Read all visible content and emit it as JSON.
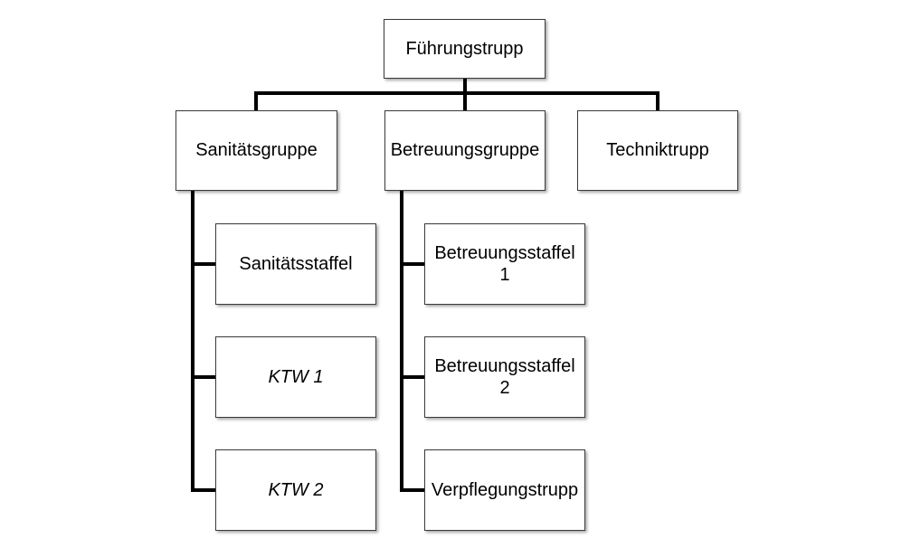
{
  "org_chart": {
    "root": {
      "label": "Führungstrupp"
    },
    "groups": [
      {
        "label": "Sanitätsgruppe",
        "members": [
          {
            "label": "Sanitätsstaffel",
            "italic": false
          },
          {
            "label": "KTW 1",
            "italic": true
          },
          {
            "label": "KTW 2",
            "italic": true
          }
        ]
      },
      {
        "label": "Betreuungsgruppe",
        "members": [
          {
            "label": "Betreuungsstaffel 1",
            "italic": false
          },
          {
            "label": "Betreuungsstaffel 2",
            "italic": false
          },
          {
            "label": "Verpflegungstrupp",
            "italic": false
          }
        ]
      },
      {
        "label": "Techniktrupp",
        "members": []
      }
    ]
  }
}
